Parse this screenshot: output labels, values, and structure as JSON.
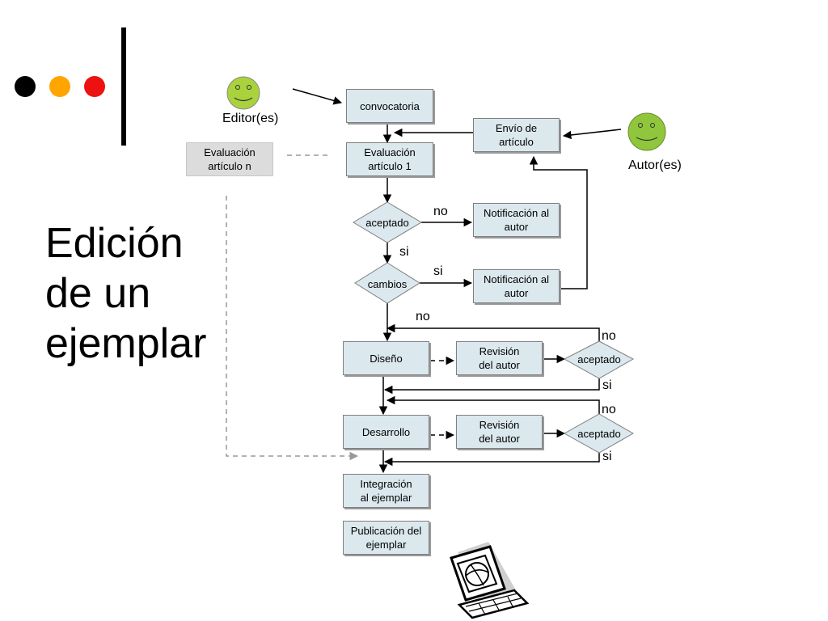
{
  "title_lines": [
    "Edición",
    "de un",
    "ejemplar"
  ],
  "colors": {
    "box_fill": "#dbe9ef",
    "diamond_fill": "#dbe9ef",
    "face": "#a9d23c",
    "dot_black": "#000000",
    "dot_orange": "#ffa500",
    "dot_red": "#ee1111"
  },
  "decor_dots": [
    "black",
    "orange",
    "red"
  ],
  "actors": {
    "editor": "Editor(es)",
    "author": "Autor(es)"
  },
  "nodes": {
    "convocatoria": "convocatoria",
    "envio": "Envío de\nartículo",
    "evaluacion_n": "Evaluación\nartículo n",
    "evaluacion_1": "Evaluación\nartículo 1",
    "aceptado_1": "aceptado",
    "notificacion_1": "Notificación al\nautor",
    "cambios": "cambios",
    "notificacion_2": "Notificación al\nautor",
    "diseno": "Diseño",
    "revision_1": "Revisión\ndel autor",
    "aceptado_2": "aceptado",
    "desarrollo": "Desarrollo",
    "revision_2": "Revisión\ndel autor",
    "aceptado_3": "aceptado",
    "integracion": "Integración\nal ejemplar",
    "publicacion": "Publicación del\nejemplar"
  },
  "edge_labels": {
    "aceptado_no": "no",
    "aceptado_si": "si",
    "cambios_si": "si",
    "cambios_no": "no",
    "diseno_no": "no",
    "diseno_si": "si",
    "desarrollo_no": "no",
    "desarrollo_si": "si"
  },
  "icons": [
    "smiley-icon",
    "computer-icon"
  ]
}
